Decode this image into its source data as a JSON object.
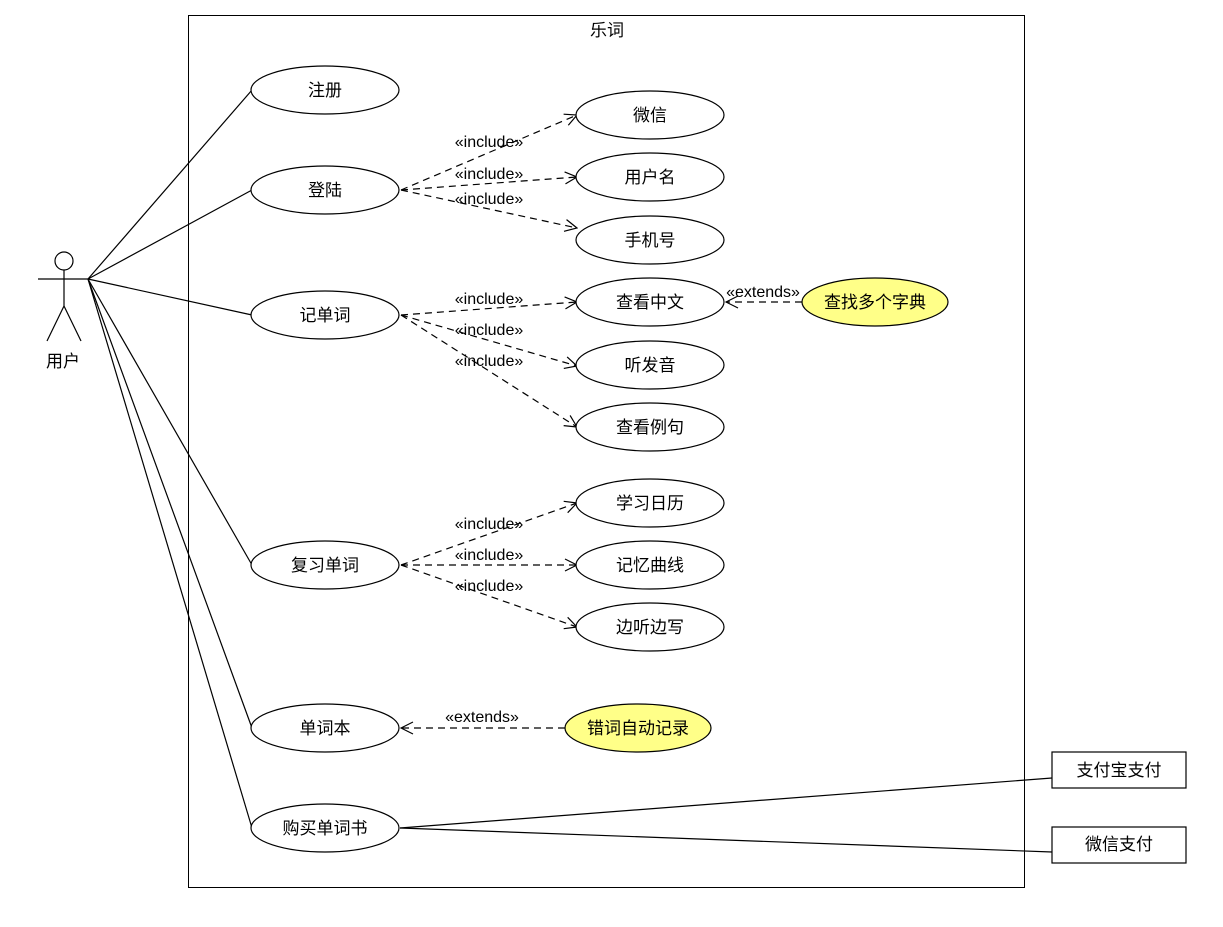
{
  "system": {
    "title": "乐词"
  },
  "actor": {
    "label": "用户"
  },
  "use_cases": {
    "register": "注册",
    "login": "登陆",
    "memorize": "记单词",
    "review": "复习单词",
    "wordbook": "单词本",
    "buy": "购买单词书",
    "wechat": "微信",
    "username": "用户名",
    "phone": "手机号",
    "view_chinese": "查看中文",
    "listen": "听发音",
    "examples": "查看例句",
    "calendar": "学习日历",
    "memory_curve": "记忆曲线",
    "dictation": "边听边写",
    "multi_dict": "查找多个字典",
    "auto_record": "错词自动记录"
  },
  "external": {
    "alipay": "支付宝支付",
    "wechat_pay": "微信支付"
  },
  "stereotypes": {
    "include": "«include»",
    "extends": "«extends»"
  },
  "colors": {
    "highlight": "#ffff88",
    "line": "#000000",
    "background": "#ffffff"
  }
}
